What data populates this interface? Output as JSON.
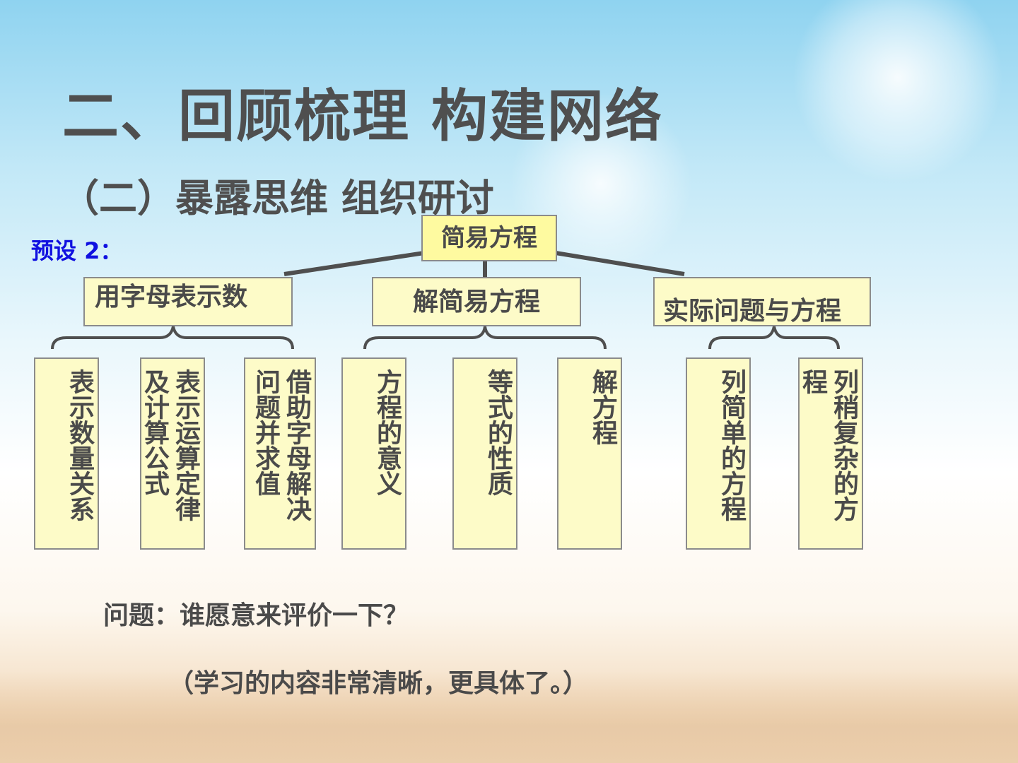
{
  "slide": {
    "title": "二、回顾梳理  构建网络",
    "subtitle": "（二）暴露思维  组织研讨",
    "preset_label": "预设 2："
  },
  "diagram": {
    "root": "简易方程",
    "categories": [
      "用字母表示数",
      "解简易方程",
      "实际问题与方程"
    ],
    "leaves": [
      "表示数量关系",
      "表示运算定律及计算公式",
      "借助字母解决问题并求值",
      "方程的意义",
      "等式的性质",
      "解方程",
      "列简单的方程",
      "列稍复杂的方程"
    ]
  },
  "notes": {
    "question": "问题：谁愿意来评价一下？",
    "answer": "（学习的内容非常清晰，更具体了。）"
  },
  "colors": {
    "box_fill": "#fdfbc8",
    "root_fill": "#fefaa0",
    "text": "#4a4a4a",
    "preset": "#1010e0"
  }
}
